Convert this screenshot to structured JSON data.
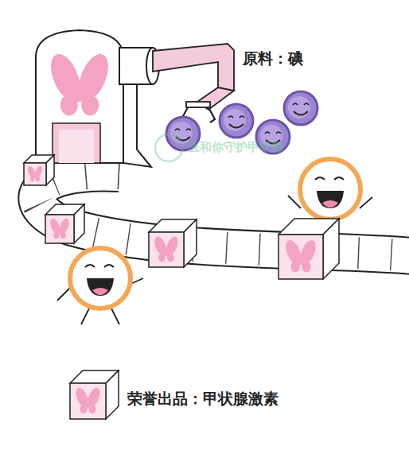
{
  "diagram": {
    "labels": [
      "原料：碘",
      "医和你守护甲状腺"
    ],
    "legend": [
      {
        "text": "荣誉出品：甲状腺激素"
      }
    ]
  }
}
